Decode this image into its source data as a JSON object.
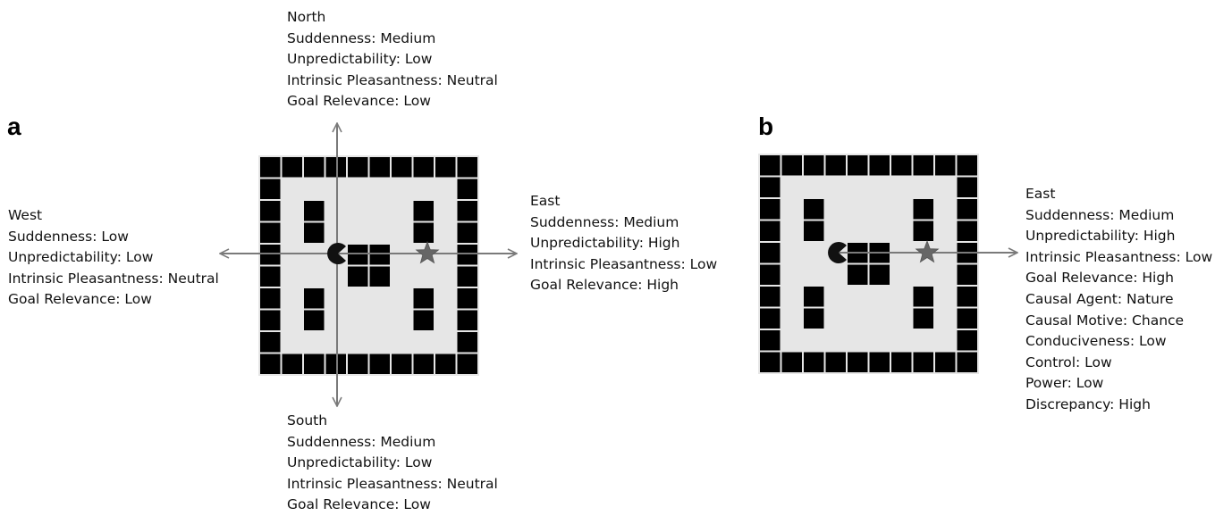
{
  "panels": {
    "a": {
      "letter": "a",
      "north": {
        "heading": "North",
        "lines": [
          "Suddenness: Medium",
          "Unpredictability: Low",
          "Intrinsic Pleasantness: Neutral",
          "Goal Relevance: Low"
        ]
      },
      "west": {
        "heading": "West",
        "lines": [
          "Suddenness: Low",
          "Unpredictability: Low",
          "Intrinsic Pleasantness: Neutral",
          "Goal Relevance: Low"
        ]
      },
      "east": {
        "heading": "East",
        "lines": [
          "Suddenness: Medium",
          "Unpredictability: High",
          "Intrinsic Pleasantness: Low",
          "Goal Relevance: High"
        ]
      },
      "south": {
        "heading": "South",
        "lines": [
          "Suddenness: Medium",
          "Unpredictability: Low",
          "Intrinsic Pleasantness: Neutral",
          "Goal Relevance: Low"
        ]
      }
    },
    "b": {
      "letter": "b",
      "east": {
        "heading": "East",
        "lines": [
          "Suddenness: Medium",
          "Unpredictability: High",
          "Intrinsic Pleasantness: Low",
          "Goal Relevance: High",
          "Causal Agent: Nature",
          "Causal Motive: Chance",
          "Conduciveness: Low",
          "Control: Low",
          "Power: Low",
          "Discrepancy: High"
        ]
      }
    }
  },
  "icons": {
    "agent": "pacman-icon",
    "goal": "star-icon"
  },
  "colors": {
    "floor": "#e6e6e6",
    "wall": "#000000",
    "arrow": "#7a7a7a",
    "star": "#666666",
    "text": "#111111"
  }
}
